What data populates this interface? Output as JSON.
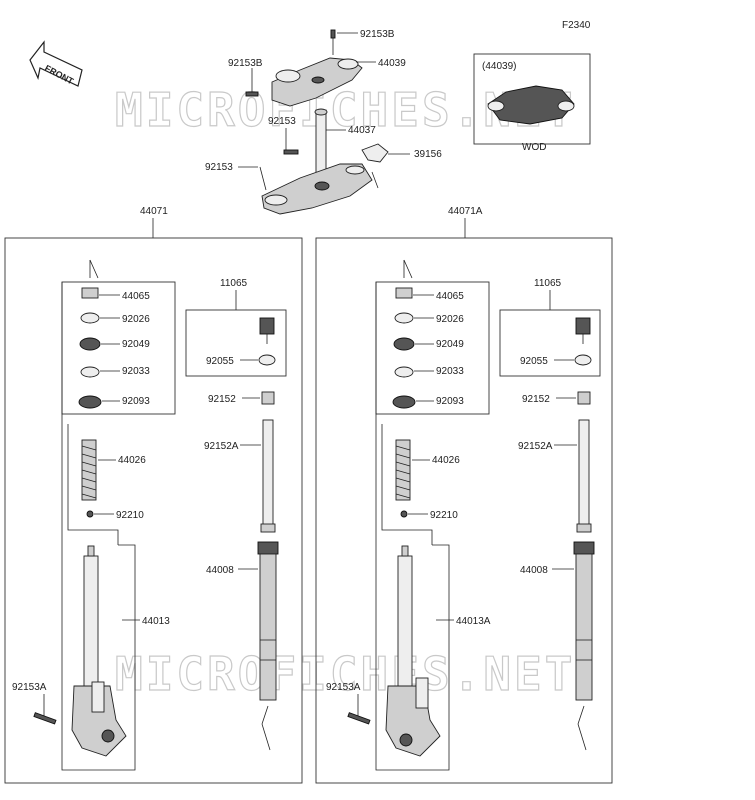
{
  "diagram_code": "F2340",
  "front_label": "FRONT",
  "watermark": "MICROFICHES.NET",
  "inset": {
    "title": "(44039)",
    "caption": "WOD"
  },
  "top_labels": {
    "p92153B_top": "92153B",
    "p44039": "44039",
    "p92153B_left": "92153B",
    "p92153": "92153",
    "p44037": "44037",
    "p39156": "39156",
    "p92153_lower": "92153"
  },
  "left_fork": {
    "assembly": "44071",
    "p44065": "44065",
    "p92026": "92026",
    "p92049": "92049",
    "p92033": "92033",
    "p92093": "92093",
    "p44026": "44026",
    "p92210": "92210",
    "p44013": "44013",
    "p92153A": "92153A",
    "p11065": "11065",
    "p92055": "92055",
    "p92152": "92152",
    "p92152A": "92152A",
    "p44008": "44008"
  },
  "right_fork": {
    "assembly": "44071A",
    "p44065": "44065",
    "p92026": "92026",
    "p92049": "92049",
    "p92033": "92033",
    "p92093": "92093",
    "p44026": "44026",
    "p92210": "92210",
    "p44013": "44013A",
    "p92153A": "92153A",
    "p11065": "11065",
    "p92055": "92055",
    "p92152": "92152",
    "p92152A": "92152A",
    "p44008": "44008"
  }
}
